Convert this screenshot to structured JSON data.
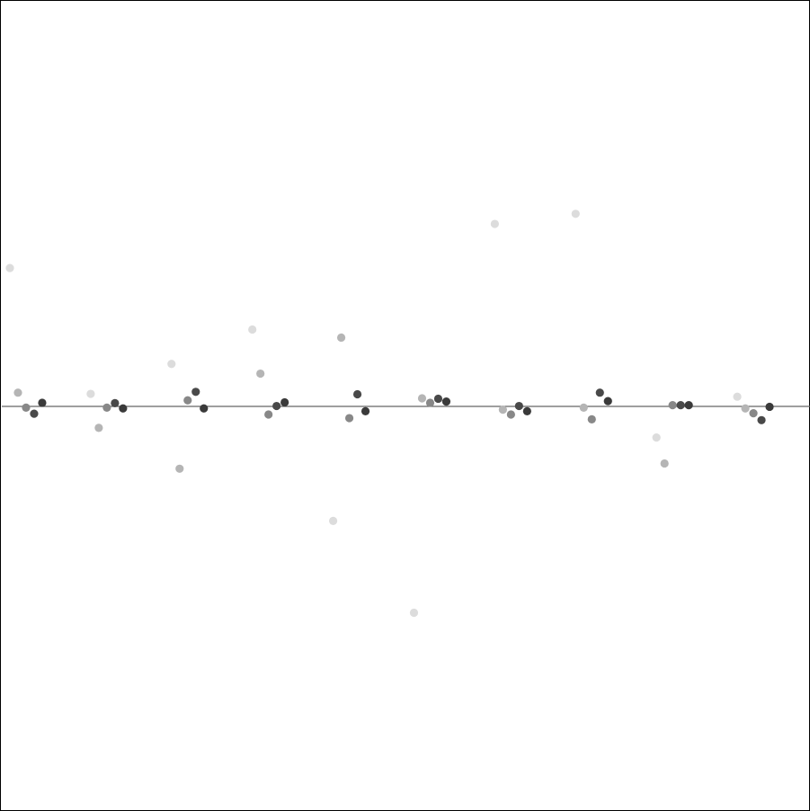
{
  "chart_data": {
    "type": "scatter",
    "title": "",
    "xlabel": "",
    "ylabel": "",
    "grid": false,
    "legend": "none",
    "xlim": [
      0,
      10
    ],
    "ylim": [
      -1,
      1
    ],
    "baseline": 0,
    "baseline_color": "#666666",
    "group_offsets": [
      0.1,
      0.2,
      0.3,
      0.4,
      0.5
    ],
    "series": [
      {
        "color": "#dcdcdc",
        "values": [
          0.342,
          0.031,
          0.105,
          0.19,
          -0.283,
          -0.51,
          0.451,
          0.476,
          -0.077,
          0.024
        ]
      },
      {
        "color": "#b5b5b5",
        "values": [
          0.034,
          -0.053,
          -0.154,
          0.081,
          0.17,
          0.02,
          -0.008,
          -0.003,
          -0.141,
          -0.005
        ]
      },
      {
        "color": "#888888",
        "values": [
          -0.003,
          -0.003,
          0.015,
          -0.02,
          -0.029,
          0.009,
          -0.02,
          -0.032,
          0.003,
          -0.017
        ]
      },
      {
        "color": "#494949",
        "values": [
          -0.018,
          0.008,
          0.036,
          0.001,
          0.03,
          0.019,
          0.001,
          0.034,
          0.003,
          -0.034
        ]
      },
      {
        "color": "#3a3a3a",
        "values": [
          0.009,
          -0.005,
          -0.005,
          0.01,
          -0.012,
          0.012,
          -0.012,
          0.013,
          0.003,
          -0.001
        ]
      }
    ]
  }
}
